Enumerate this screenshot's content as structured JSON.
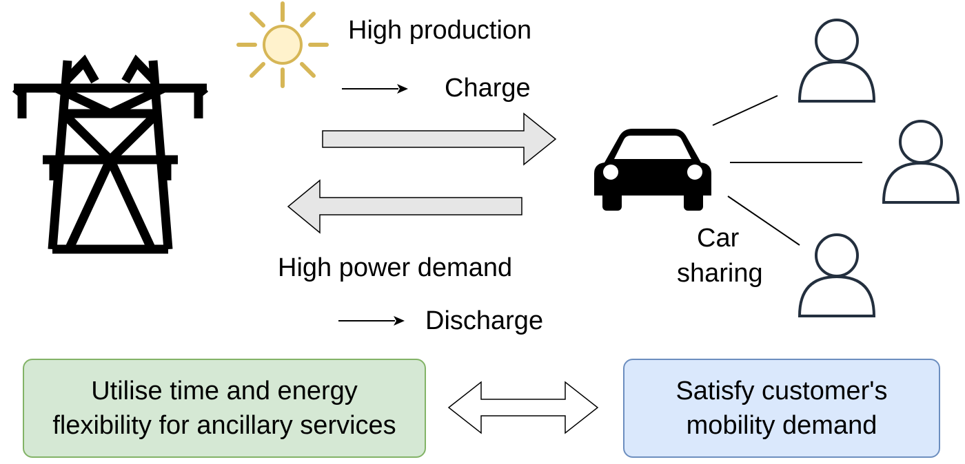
{
  "labels": {
    "high_production": "High production",
    "charge": "Charge",
    "high_power_demand": "High power demand",
    "discharge": "Discharge",
    "car_sharing_line1": "Car",
    "car_sharing_line2": "sharing"
  },
  "boxes": {
    "flexibility": {
      "line1": "Utilise time and energy",
      "line2": "flexibility for ancillary services",
      "fill": "#d5e8d4",
      "border": "#82b366"
    },
    "mobility": {
      "line1": "Satisfy customer's",
      "line2": "mobility demand",
      "fill": "#dae8fc",
      "border": "#6c8ebf"
    }
  },
  "icons": {
    "sun": "sun-icon",
    "tower": "power-pylon-icon",
    "car": "car-icon",
    "person": "person-icon"
  },
  "colors": {
    "sun": "#d6b656",
    "sun_fill": "#fff2cc",
    "arrow_fill": "#e6e6e6",
    "person_stroke": "#232f3e"
  }
}
